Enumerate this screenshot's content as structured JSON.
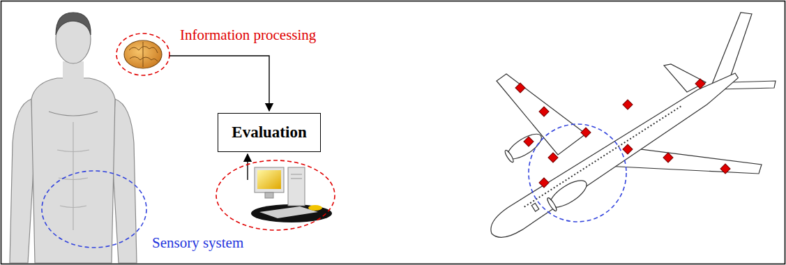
{
  "diagram": {
    "nodes": [
      {
        "text": [
          "Evaluation"
        ]
      }
    ],
    "labels": [
      "Information processing",
      "Sensory system"
    ]
  }
}
